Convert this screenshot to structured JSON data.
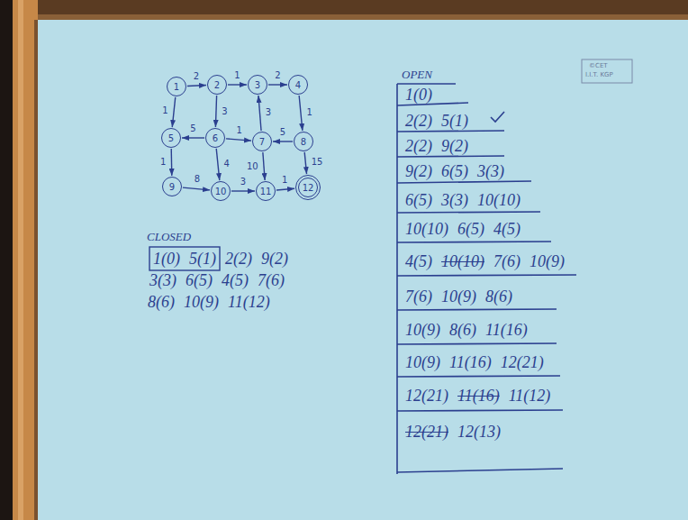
{
  "diagram": {
    "nodes": [
      {
        "text": [
          "1"
        ]
      },
      {
        "text": [
          "2"
        ]
      },
      {
        "text": [
          "3"
        ]
      },
      {
        "text": [
          "4"
        ]
      },
      {
        "text": [
          "5"
        ]
      },
      {
        "text": [
          "6"
        ]
      },
      {
        "text": [
          "7"
        ]
      },
      {
        "text": [
          "8"
        ]
      },
      {
        "text": [
          "9"
        ]
      },
      {
        "text": [
          "10"
        ]
      },
      {
        "text": [
          "11"
        ]
      },
      {
        "text": [
          "12"
        ]
      }
    ],
    "edges": [
      {
        "from": 0,
        "to": 1,
        "arrow": "to",
        "label": "2"
      },
      {
        "from": 1,
        "to": 2,
        "arrow": "to",
        "label": "1"
      },
      {
        "from": 2,
        "to": 3,
        "arrow": "to",
        "label": "2"
      },
      {
        "from": 0,
        "to": 4,
        "arrow": "to",
        "label": "1"
      },
      {
        "from": 1,
        "to": 5,
        "arrow": "to",
        "label": "3"
      },
      {
        "from": 3,
        "to": 7,
        "arrow": "to",
        "label": "1"
      },
      {
        "from": 5,
        "to": 4,
        "arrow": "to",
        "label": "5"
      },
      {
        "from": 5,
        "to": 6,
        "arrow": "to",
        "label": "1"
      },
      {
        "from": 7,
        "to": 6,
        "arrow": "to",
        "label": "5"
      },
      {
        "from": 6,
        "to": 2,
        "arrow": "to",
        "label": "3"
      },
      {
        "from": 4,
        "to": 8,
        "arrow": "to",
        "label": "1"
      },
      {
        "from": 5,
        "to": 9,
        "arrow": "to",
        "label": "4"
      },
      {
        "from": 8,
        "to": 9,
        "arrow": "to",
        "label": "8"
      },
      {
        "from": 6,
        "to": 10,
        "arrow": "to",
        "label": "10"
      },
      {
        "from": 9,
        "to": 10,
        "arrow": "to",
        "label": "3"
      },
      {
        "from": 10,
        "to": 11,
        "arrow": "to",
        "label": "1"
      },
      {
        "from": 7,
        "to": 11,
        "arrow": "to",
        "label": "15"
      }
    ],
    "labels": [
      "©CET",
      "I.I.T. KGP",
      "CLOSED",
      "1(0)",
      "5(1)",
      "2(2)",
      "9(2)",
      "3(3)",
      "6(5)",
      "4(5)",
      "7(6)",
      "8(6)",
      "10(9)",
      "11(12)",
      "OPEN",
      "1(0)",
      "2(2)",
      "5(1)",
      "2(2)",
      "9(2)",
      "9(2)",
      "6(5)",
      "3(3)",
      "6(5)",
      "3(3)",
      "10(10)",
      "10(10)",
      "6(5)",
      "4(5)",
      "4(5)",
      "10(10)",
      "7(6)",
      "10(9)",
      "7(6)",
      "10(9)",
      "8(6)",
      "10(9)",
      "8(6)",
      "11(16)",
      "10(9)",
      "11(16)",
      "12(21)",
      "12(21)",
      "11(16)",
      "11(12)",
      "12(21)",
      "12(13)"
    ]
  }
}
